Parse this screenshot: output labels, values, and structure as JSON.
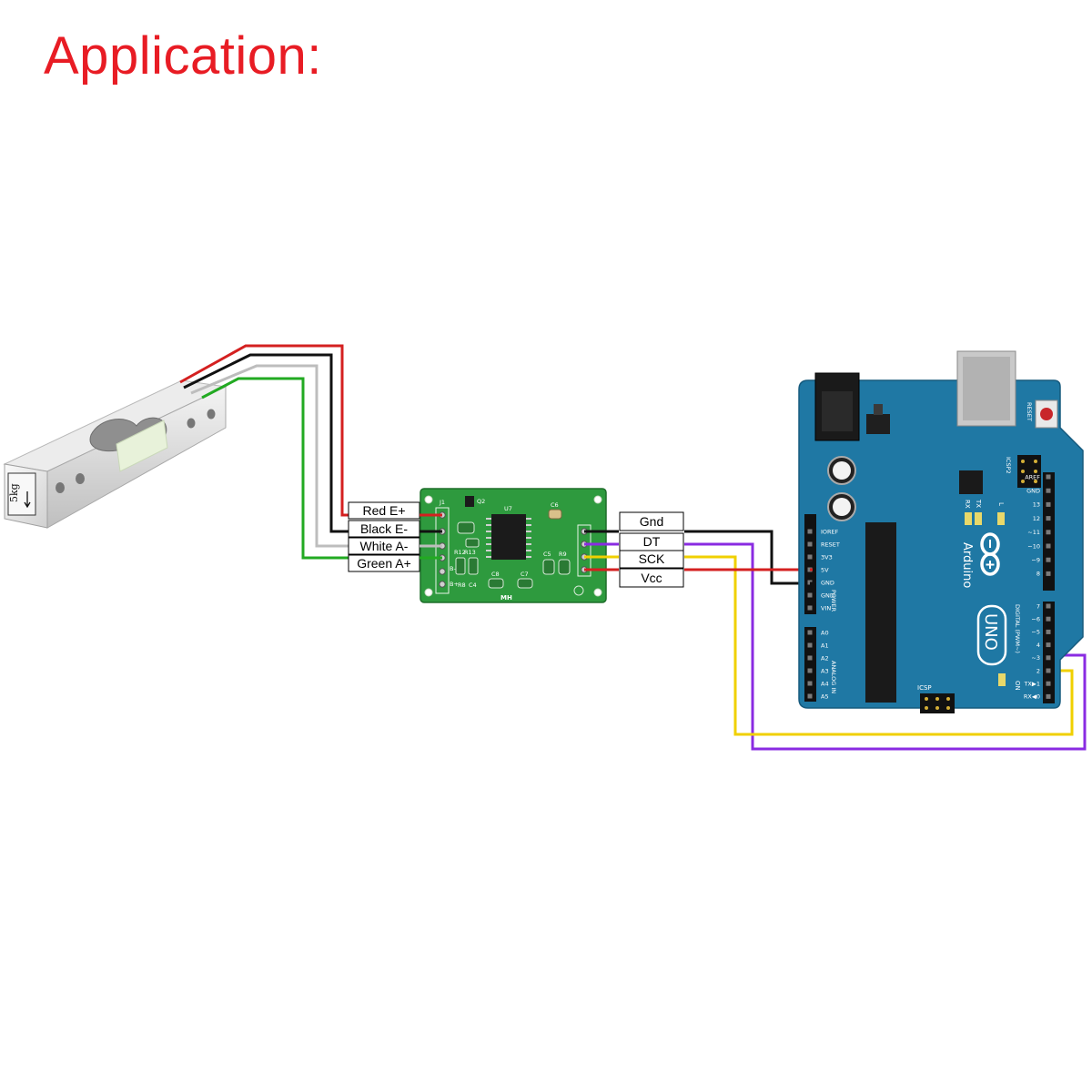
{
  "page": {
    "title": "Application:"
  },
  "load_cell": {
    "capacity_label": "5kg"
  },
  "load_cell_wires": [
    {
      "label": "Red E+",
      "color": "#d42020"
    },
    {
      "label": "Black E-",
      "color": "#111111"
    },
    {
      "label": "White A-",
      "color": "#bdbdbd"
    },
    {
      "label": "Green A+",
      "color": "#22aa22"
    }
  ],
  "hx711": {
    "board_marks": [
      "J1",
      "Q2",
      "U7",
      "C6",
      "R12",
      "R13",
      "C5",
      "R9",
      "R8",
      "C4",
      "C8",
      "C7",
      "B-",
      "B+",
      "MH"
    ]
  },
  "output_wires": [
    {
      "label": "Gnd",
      "color": "#111111"
    },
    {
      "label": "DT",
      "color": "#8a2be2"
    },
    {
      "label": "SCK",
      "color": "#f0d000"
    },
    {
      "label": "Vcc",
      "color": "#d42020"
    }
  ],
  "arduino": {
    "brand": "Arduino",
    "model": "UNO",
    "reset_label": "RESET",
    "icsp2_label": "ICSP2",
    "icsp_label": "ICSP",
    "tx_label": "TX",
    "rx_label": "RX",
    "l_label": "L",
    "on_label": "ON",
    "power_header_title": "POWER",
    "analog_header_title": "ANALOG IN",
    "digital_header_title": "DIGITAL (PWM~)",
    "power_pins": [
      "IOREF",
      "RESET",
      "3V3",
      "5V",
      "GND",
      "GND",
      "VIN"
    ],
    "analog_pins": [
      "A0",
      "A1",
      "A2",
      "A3",
      "A4",
      "A5"
    ],
    "digital_top_pins": [
      "AREF",
      "GND",
      "13",
      "12",
      "~11",
      "~10",
      "~9",
      "8"
    ],
    "digital_bottom_pins": [
      "7",
      "~6",
      "~5",
      "4",
      "~3",
      "2",
      "TX▶1",
      "RX◀0"
    ]
  },
  "colors": {
    "title": "#e81c24",
    "arduino_board": "#1f78a4",
    "hx711_board": "#2e9a3e"
  }
}
